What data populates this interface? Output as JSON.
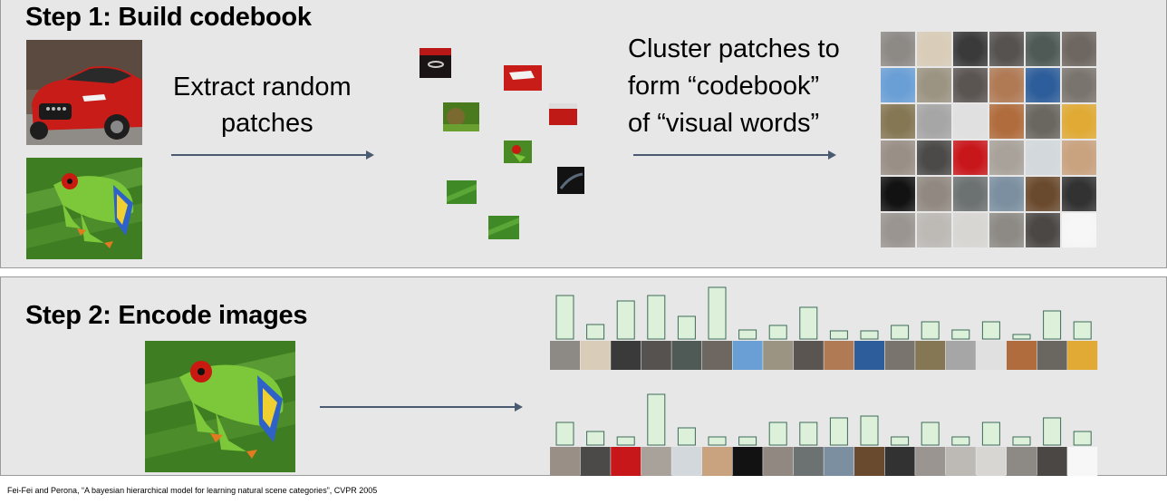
{
  "step1": {
    "title": "Step 1: Build codebook",
    "extract_caption_line1": "Extract random",
    "extract_caption_line2": "patches",
    "cluster_caption_line1": "Cluster patches to",
    "cluster_caption_line2": "form “codebook”",
    "cluster_caption_line3": "of “visual words”",
    "codebook_colors": [
      [
        "#8d8a86",
        "#d9ccb8",
        "#3a3a3a",
        "#565250",
        "#4f5a56",
        "#6e6660"
      ],
      [
        "#6a9fd6",
        "#9c9482",
        "#5b5552",
        "#b07a55",
        "#2d5d9a",
        "#7a746e"
      ],
      [
        "#857754",
        "#a6a6a6",
        "#e0e0e0",
        "#b06c3c",
        "#6a6660",
        "#e0aa35"
      ],
      [
        "#9a8f87",
        "#4b4a48",
        "#c8171b",
        "#a8a29a",
        "#d2d8dc",
        "#c9a27f"
      ],
      [
        "#121212",
        "#918981",
        "#6c7172",
        "#7b8fa0",
        "#6a4a2e",
        "#323232"
      ],
      [
        "#9a9590",
        "#bdbab6",
        "#d8d6d2",
        "#8d8a85",
        "#4a4745",
        "#f7f7f7"
      ]
    ]
  },
  "step2": {
    "title": "Step 2: Encode images",
    "histogram1": {
      "values": [
        48,
        16,
        42,
        48,
        25,
        57,
        10,
        15,
        35,
        9,
        9,
        15,
        19,
        10,
        19,
        5,
        31,
        19
      ],
      "colors": [
        "#8d8a86",
        "#d9ccb8",
        "#3a3a3a",
        "#565250",
        "#4f5a56",
        "#6e6660",
        "#6a9fd6",
        "#9c9482",
        "#5b5552",
        "#b07a55",
        "#2d5d9a",
        "#7a746e",
        "#857754",
        "#a6a6a6",
        "#e0e0e0",
        "#b06c3c",
        "#6a6660",
        "#e0aa35"
      ]
    },
    "histogram2": {
      "values": [
        25,
        15,
        9,
        56,
        19,
        9,
        9,
        25,
        25,
        30,
        32,
        9,
        25,
        9,
        25,
        9,
        30,
        15
      ],
      "colors": [
        "#9a8f87",
        "#4b4a48",
        "#c8171b",
        "#a8a29a",
        "#d2d8dc",
        "#c9a27f",
        "#121212",
        "#918981",
        "#6c7172",
        "#7b8fa0",
        "#6a4a2e",
        "#323232",
        "#9a9590",
        "#bdbab6",
        "#d8d6d2",
        "#8d8a85",
        "#4a4745",
        "#f7f7f7"
      ]
    }
  },
  "citation": "Fei-Fei and Perona, “A bayesian hierarchical model for learning natural scene categories”, CVPR 2005"
}
